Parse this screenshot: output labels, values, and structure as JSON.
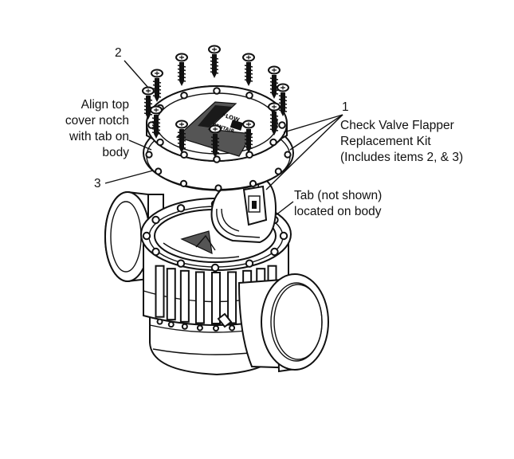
{
  "callouts": {
    "item_2": "2",
    "item_3": "3",
    "item_1": "1",
    "align_note": [
      "Align top",
      "cover notch",
      "with tab on",
      "body"
    ],
    "kit_note": [
      "Check Valve Flapper",
      "Replacement Kit",
      "(Includes items 2, & 3)"
    ],
    "tab_note": [
      "Tab (not shown)",
      "located on body"
    ]
  },
  "lid_text": [
    "FLOW",
    "PENTAIR"
  ]
}
